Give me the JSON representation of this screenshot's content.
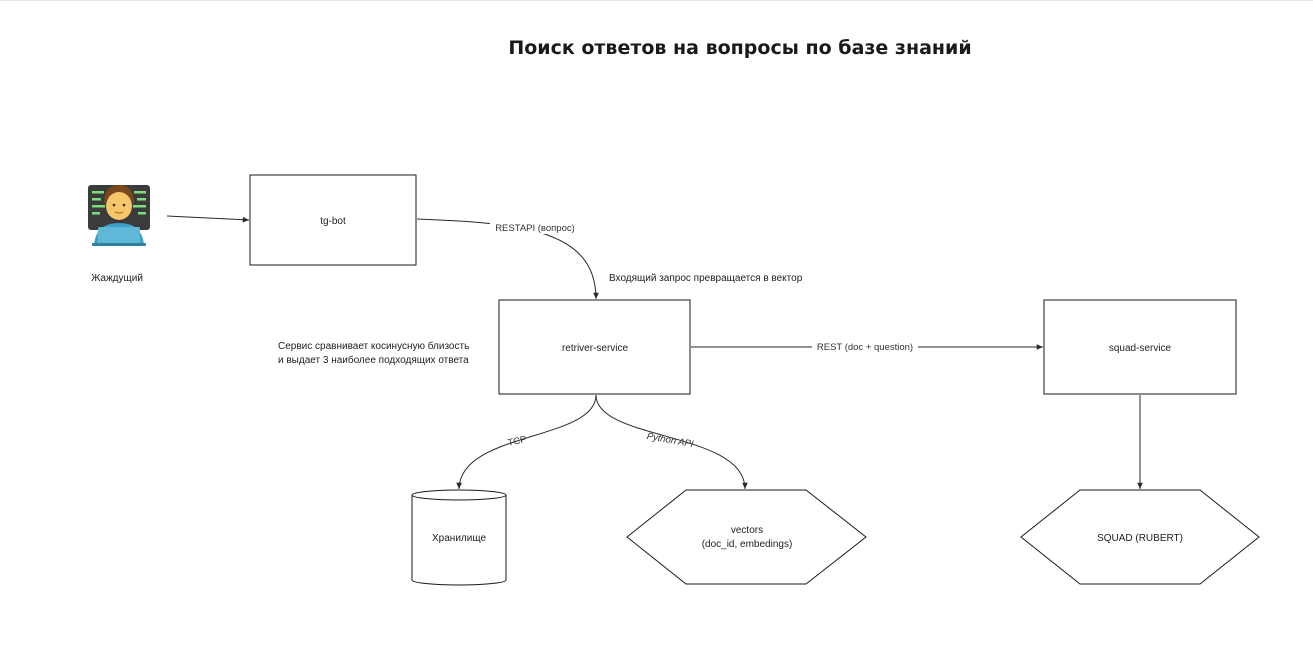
{
  "title": "Поиск ответов на вопросы по базе знаний",
  "actor": {
    "label": "Жаждущий",
    "icon": "technologist-icon"
  },
  "nodes": {
    "tg_bot": "tg-bot",
    "retriever": "retriver-service",
    "squad_service": "squad-service",
    "storage": "Хранилище",
    "vectors_line1": "vectors",
    "vectors_line2": "(doc_id, embedings)",
    "squad_model": "SQUAD (RUBERT)"
  },
  "edges": {
    "restapi": "RESTAPI (вопрос)",
    "rest_squad": "REST (doc + question)",
    "tcp": "TCP",
    "python_api": "Python API"
  },
  "annotations": {
    "vectorize": "Входящий запрос превращается в вектор",
    "compare_line1": "Сервис сравнивает косинусную близость",
    "compare_line2": "и выдает 3 наиболее подходящих ответа"
  },
  "colors": {
    "stroke": "#1a1a1a",
    "background": "#ffffff"
  }
}
